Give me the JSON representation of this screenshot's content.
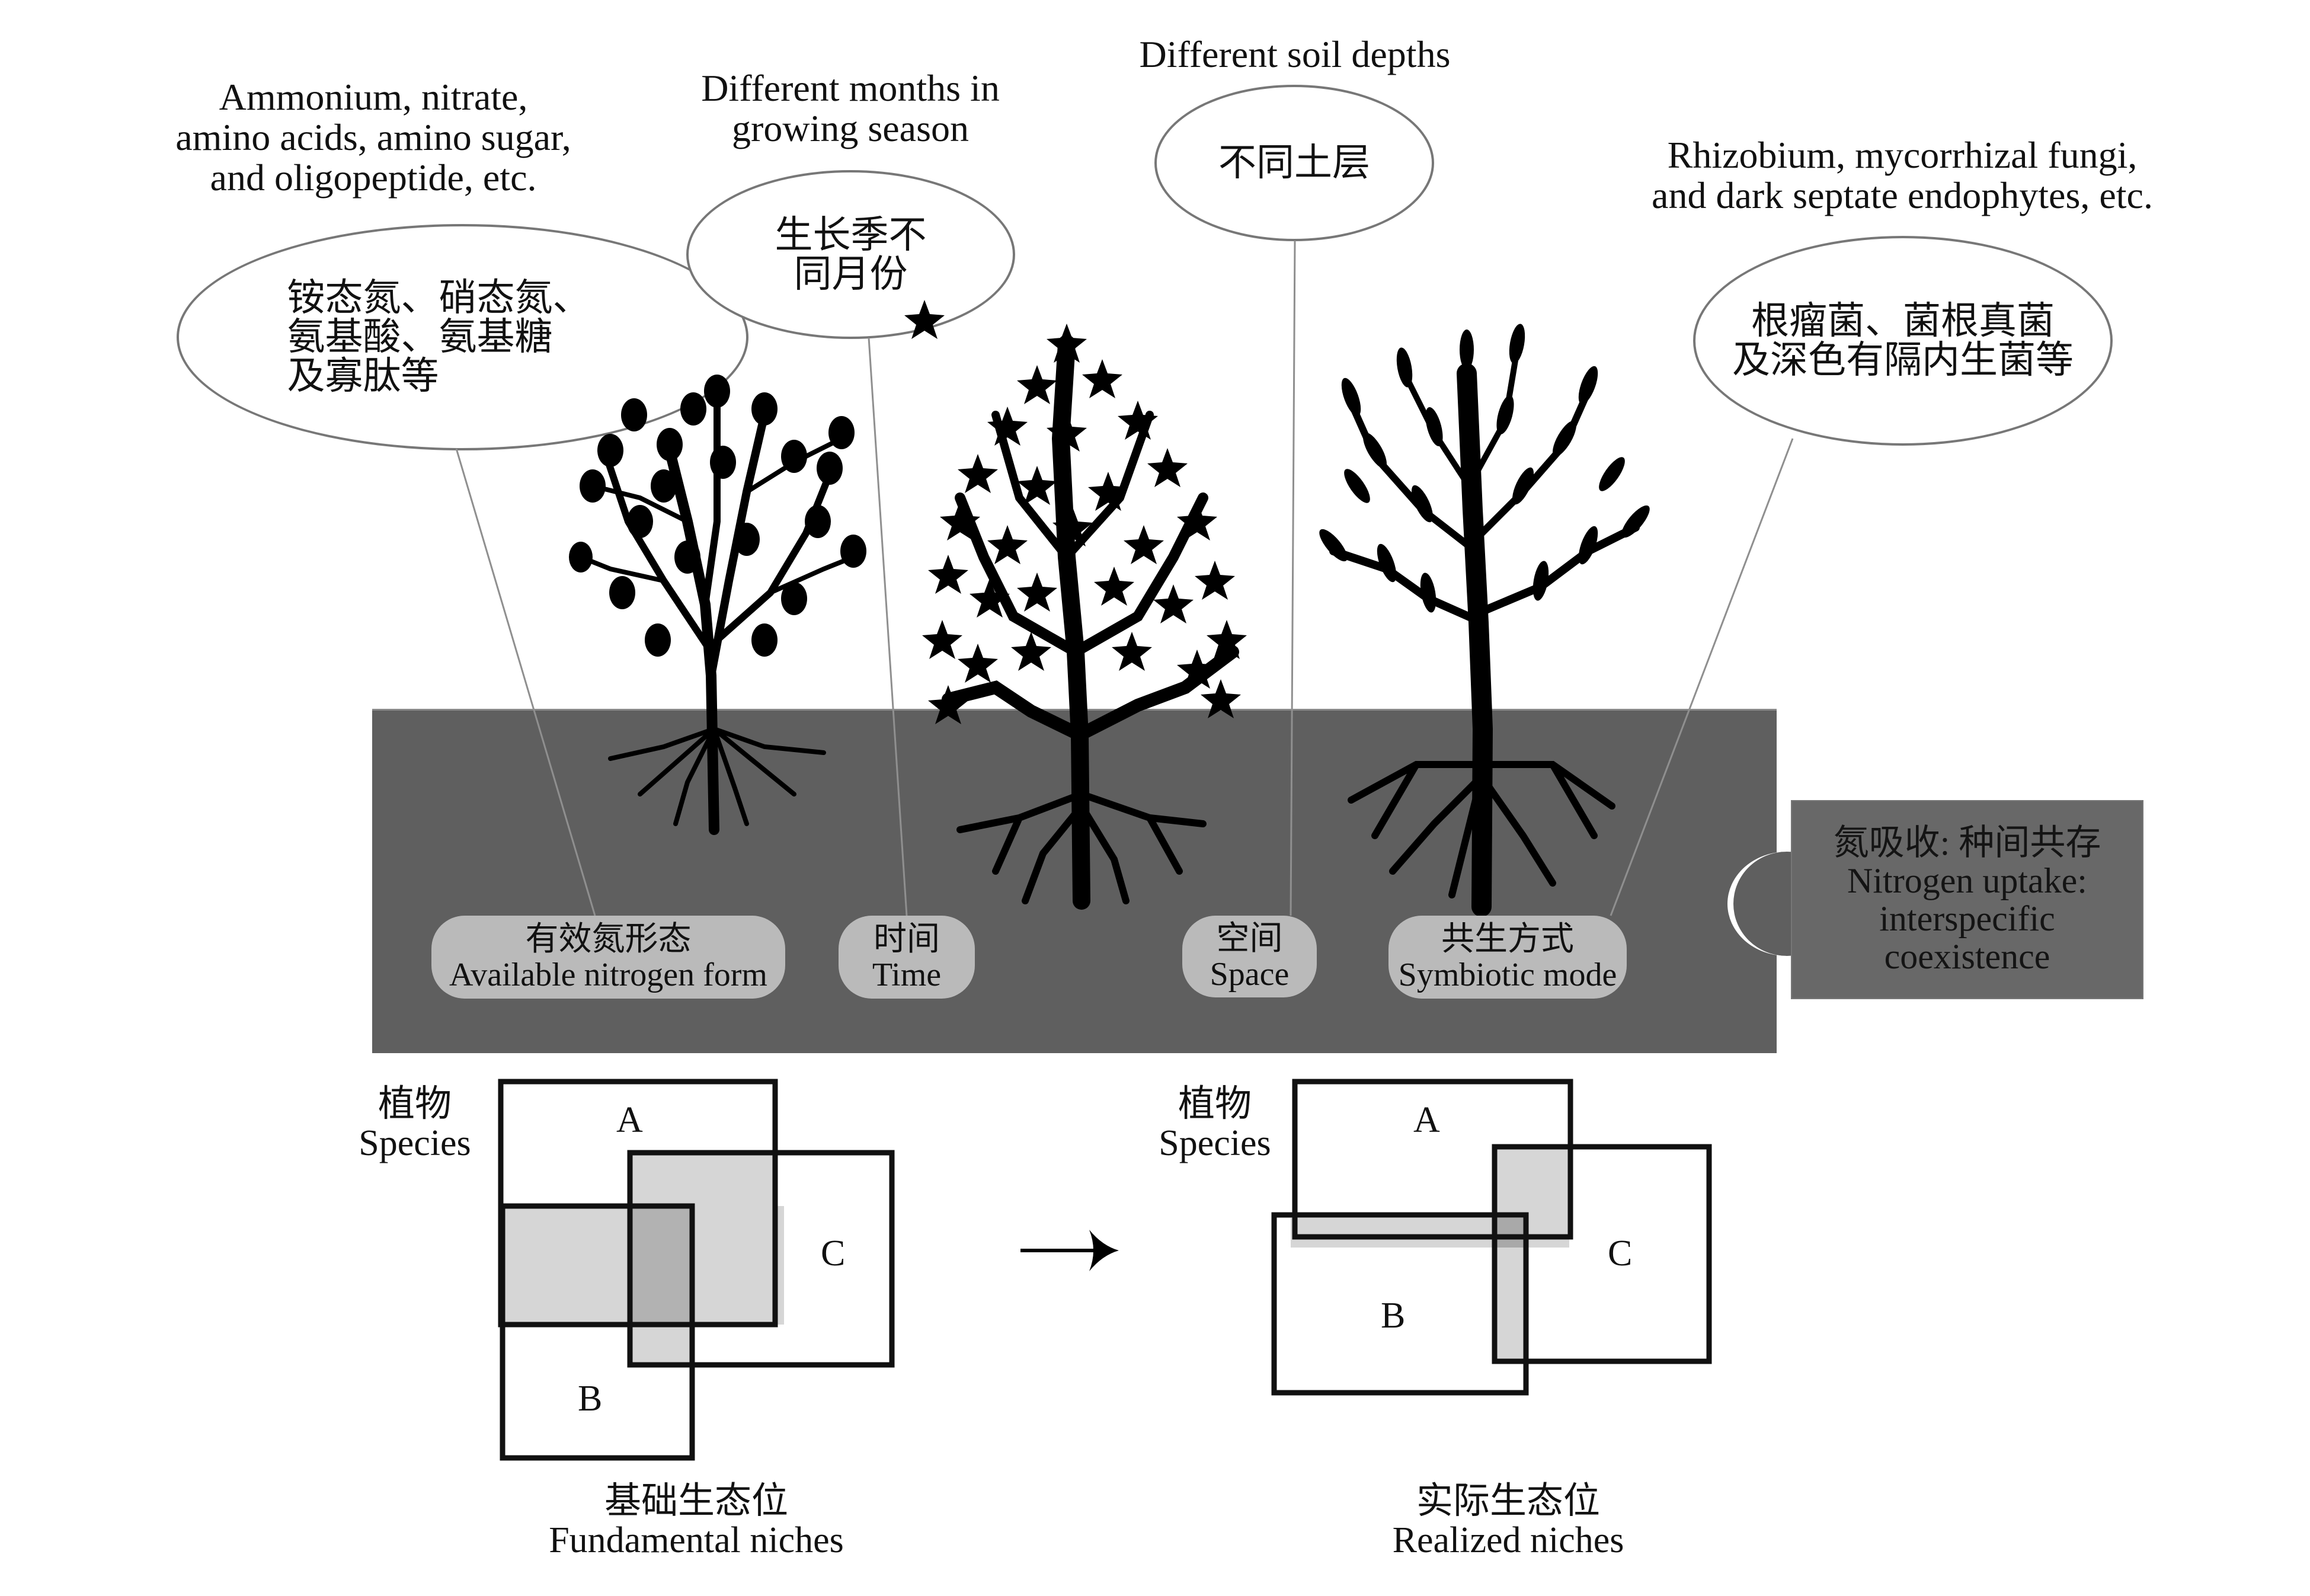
{
  "top_captions": {
    "nitrogen_forms_en": "Ammonium, nitrate,\namino acids, amino sugar,\nand oligopeptide, etc.",
    "months_en": "Different months in\ngrowing season",
    "soil_depths_en": "Different soil depths",
    "symbionts_en": "Rhizobium, mycorrhizal fungi,\nand dark septate endophytes, etc."
  },
  "ellipses": {
    "nitrogen_forms_zh": "铵态氮、硝态氮、\n氨基酸、氨基糖\n及寡肽等",
    "months_zh": "生长季不\n同月份",
    "soil_depths_zh": "不同土层",
    "symbionts_zh": "根瘤菌、菌根真菌\n及深色有隔内生菌等"
  },
  "soil_labels": [
    {
      "zh": "有效氮形态",
      "en": "Available nitrogen form"
    },
    {
      "zh": "时间",
      "en": "Time"
    },
    {
      "zh": "空间",
      "en": "Space"
    },
    {
      "zh": "共生方式",
      "en": "Symbiotic mode"
    }
  ],
  "uptake_panel": {
    "zh": "氮吸收: 种间共存",
    "en_line1": "Nitrogen uptake:",
    "en_line2": "interspecific",
    "en_line3": "coexistence"
  },
  "fundamental": {
    "species_zh": "植物",
    "species_en": "Species",
    "letters": [
      "A",
      "B",
      "C"
    ],
    "title_zh": "基础生态位",
    "title_en": "Fundamental niches"
  },
  "realized": {
    "species_zh": "植物",
    "species_en": "Species",
    "letters": [
      "A",
      "B",
      "C"
    ],
    "title_zh": "实际生态位",
    "title_en": "Realized niches"
  },
  "colors": {
    "soil": "#5f5f5f",
    "panel": "#686868",
    "chip": "#bababa",
    "overlap_light": "#d6d6d6",
    "overlap_dark": "#b2b2b2",
    "ink": "#111111"
  },
  "icons": {
    "trees": [
      "tree-round-leaves-icon",
      "tree-star-leaves-icon",
      "tree-pointed-leaves-icon"
    ],
    "arrow": "arrow-right-icon"
  }
}
